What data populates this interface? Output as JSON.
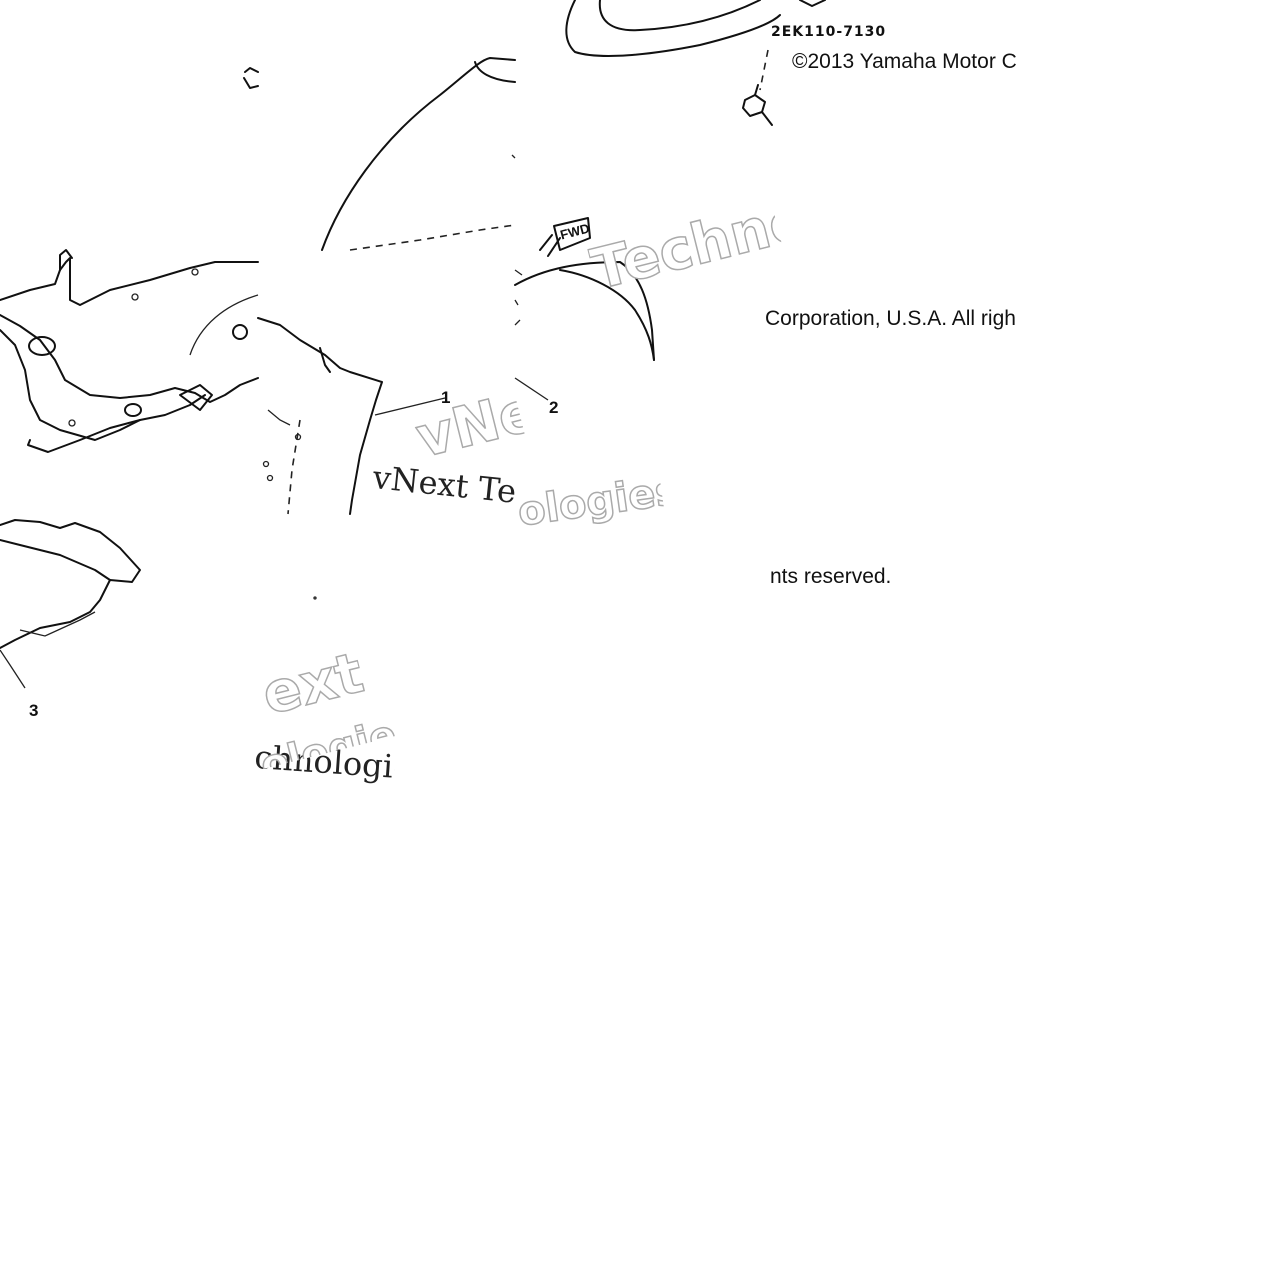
{
  "diagram": {
    "part_code": "2EK110-7130",
    "fwd_label": "FWD",
    "callouts": [
      "1",
      "2",
      "3"
    ]
  },
  "copyright": {
    "line1": "©2013 Yamaha Motor C",
    "line2": "Corporation, U.S.A. All righ",
    "line3": "nts reserved."
  },
  "watermark": {
    "techno_a": "Techno",
    "next_a": "vNe",
    "next_b": "vNext Te",
    "logie_a": "ologies",
    "next_c": "ext",
    "chno_a": "chnologie",
    "ologi_b": "ologie"
  }
}
